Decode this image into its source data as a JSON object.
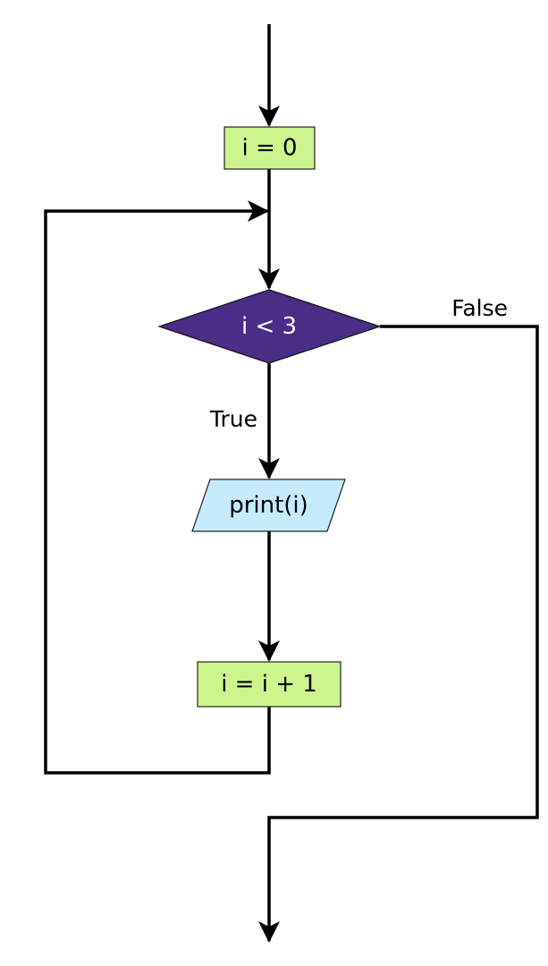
{
  "diagram": {
    "type": "flowchart",
    "nodes": {
      "init": {
        "text": "i = 0",
        "shape": "process",
        "color": "#ccf58e"
      },
      "condition": {
        "text": "i < 3",
        "shape": "decision",
        "color": "#4b2c87",
        "text_color": "#ffffff"
      },
      "output": {
        "text": "print(i)",
        "shape": "io",
        "color": "#c6ebfc"
      },
      "increment": {
        "text": "i = i + 1",
        "shape": "process",
        "color": "#ccf58e"
      }
    },
    "edges": {
      "true_label": "True",
      "false_label": "False"
    },
    "stroke_color": "#000000"
  }
}
